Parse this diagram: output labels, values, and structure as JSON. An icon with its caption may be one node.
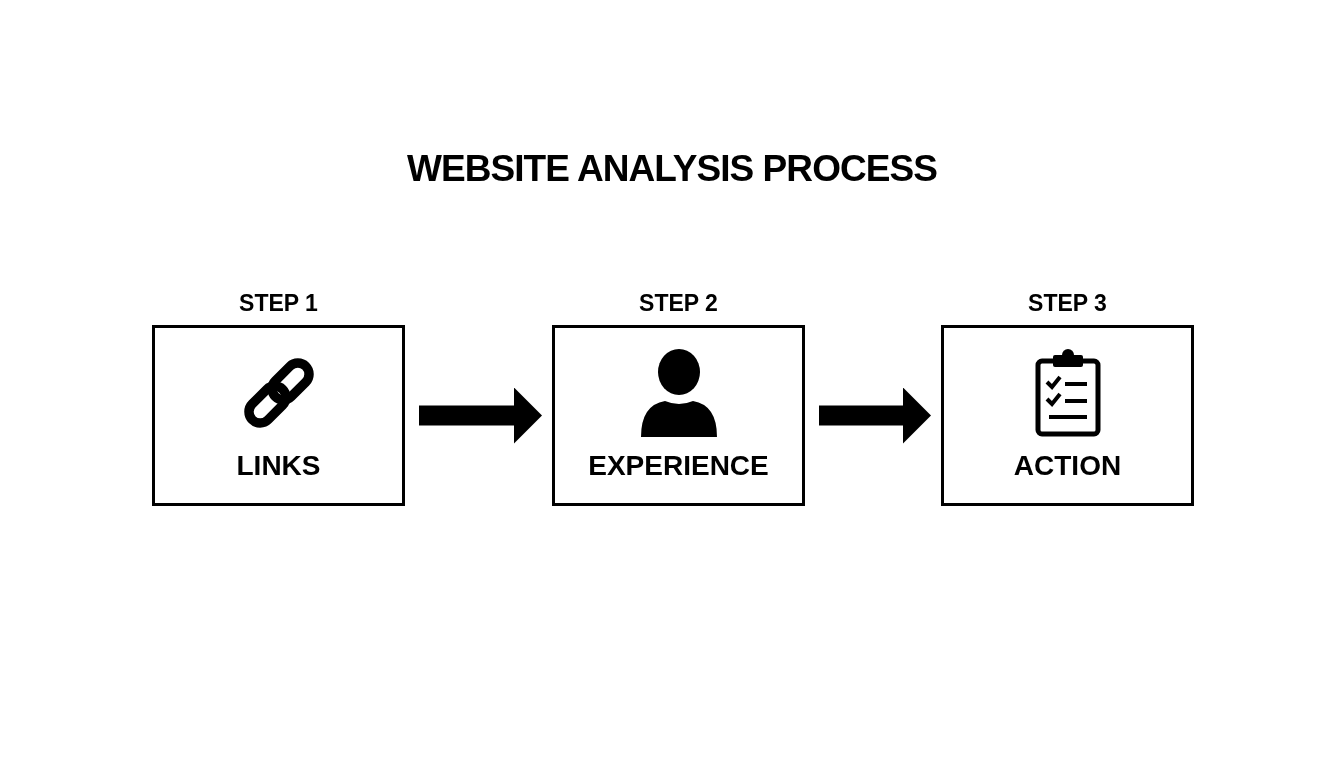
{
  "diagram": {
    "title": "WEBSITE ANALYSIS PROCESS",
    "nodes": [
      {
        "text": [
          "STEP 1",
          "LINKS"
        ]
      },
      {
        "text": [
          "STEP 2",
          "EXPERIENCE"
        ]
      },
      {
        "text": [
          "STEP 3",
          "ACTION"
        ]
      }
    ],
    "edges": [
      {
        "from": 0,
        "to": 1,
        "arrow": "to"
      },
      {
        "from": 1,
        "to": 2,
        "arrow": "to"
      }
    ]
  }
}
